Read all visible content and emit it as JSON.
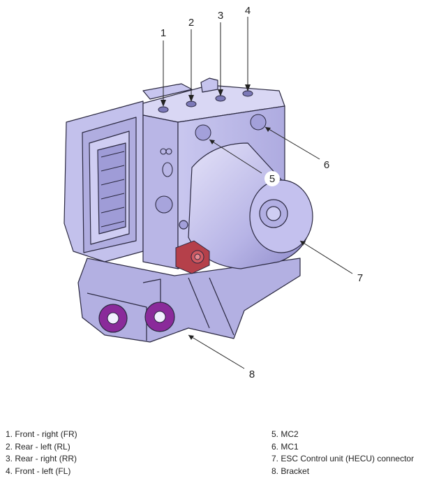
{
  "callouts": {
    "c1": "1",
    "c2": "2",
    "c3": "3",
    "c4": "4",
    "c5": "5",
    "c6": "6",
    "c7": "7",
    "c8": "8"
  },
  "legend": {
    "left": [
      "1. Front - right (FR)",
      "2. Rear - left (RL)",
      "3. Rear - right (RR)",
      "4. Front - left (FL)"
    ],
    "right": [
      "5. MC2",
      "6. MC1",
      "7. ESC Control unit (HECU) connector",
      "8. Bracket"
    ]
  },
  "colors": {
    "body": "#bdbbe8",
    "body_dark": "#8f8cc8",
    "body_light": "#d9d7f4",
    "outline": "#2a2840",
    "mount": "#8a2a9a",
    "plug": "#b5404a"
  }
}
